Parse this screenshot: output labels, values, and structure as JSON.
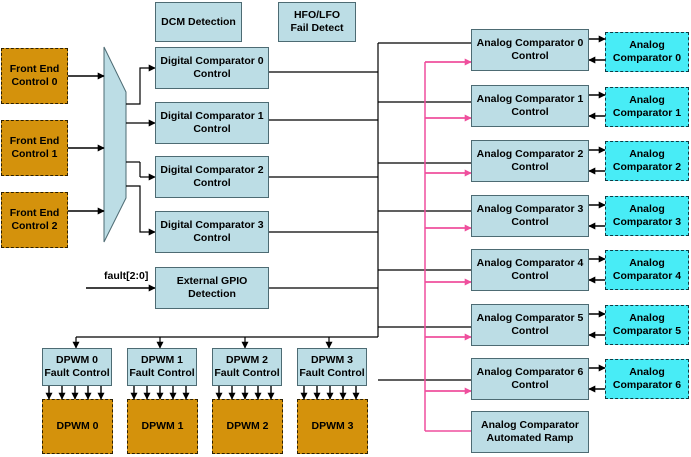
{
  "diagram": {
    "header_blocks": {
      "dcm_detection": "DCM Detection",
      "hfo_lfo_fail_detect": "HFO/LFO\nFail Detect"
    },
    "front_end_controls": [
      "Front End\nControl 0",
      "Front End\nControl 1",
      "Front End\nControl 2"
    ],
    "digital_comparators": [
      "Digital Comparator 0\nControl",
      "Digital Comparator 1\nControl",
      "Digital Comparator 2\nControl",
      "Digital Comparator 3\nControl"
    ],
    "fault_input_label": "fault[2:0]",
    "external_gpio": "External GPIO\nDetection",
    "analog_comparator_controls": [
      "Analog Comparator 0\nControl",
      "Analog Comparator 1\nControl",
      "Analog Comparator 2\nControl",
      "Analog Comparator 3\nControl",
      "Analog Comparator 4\nControl",
      "Analog Comparator 5\nControl",
      "Analog Comparator 6\nControl"
    ],
    "analog_comparators": [
      "Analog\nComparator 0",
      "Analog\nComparator 1",
      "Analog\nComparator 2",
      "Analog\nComparator 3",
      "Analog\nComparator 4",
      "Analog\nComparator 5",
      "Analog\nComparator 6"
    ],
    "automated_ramp": "Analog Comparator\nAutomated Ramp",
    "dpwm_fault_controls": [
      "DPWM 0\nFault Control",
      "DPWM 1\nFault Control",
      "DPWM 2\nFault Control",
      "DPWM 3\nFault Control"
    ],
    "dpwms": [
      "DPWM 0",
      "DPWM 1",
      "DPWM 2",
      "DPWM 3"
    ],
    "colors": {
      "plain_block": "#bcdde5",
      "front_end_block": "#d4920c",
      "analog_comparator_block": "#48ecf6",
      "ramp_wire": "#ef4f9d",
      "wire": "#000000"
    }
  }
}
